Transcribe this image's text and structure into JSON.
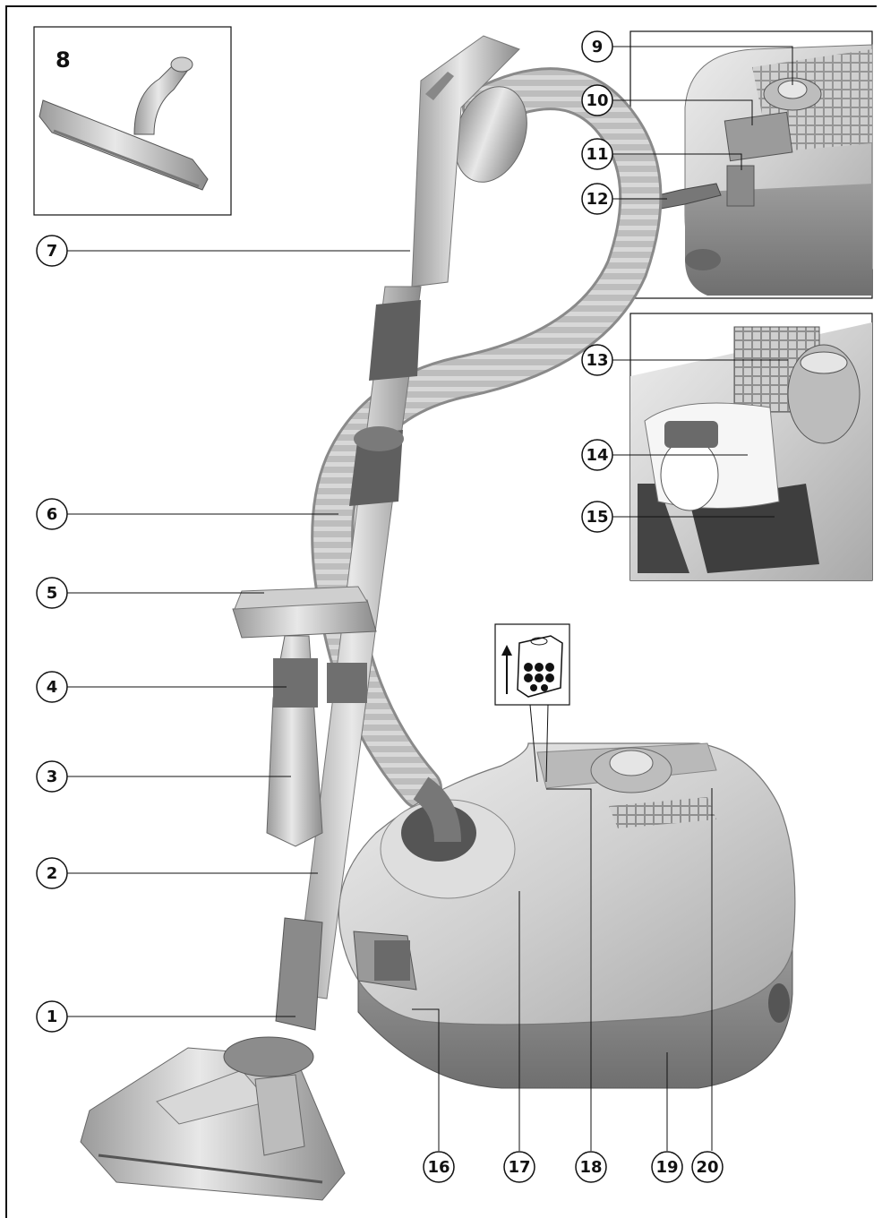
{
  "colors": {
    "body_silver": "#c9c9c9",
    "body_light": "#e2e2e2",
    "base_dark": "#8a8a8a",
    "hose": "#b3b3b3",
    "rubber": "#6e6e6e",
    "line": "#111111"
  },
  "inset_brush": {
    "label": "8"
  },
  "callouts": [
    {
      "id": "c1",
      "label": "1"
    },
    {
      "id": "c2",
      "label": "2"
    },
    {
      "id": "c3",
      "label": "3"
    },
    {
      "id": "c4",
      "label": "4"
    },
    {
      "id": "c5",
      "label": "5"
    },
    {
      "id": "c6",
      "label": "6"
    },
    {
      "id": "c7",
      "label": "7"
    },
    {
      "id": "c9",
      "label": "9"
    },
    {
      "id": "c10",
      "label": "10"
    },
    {
      "id": "c11",
      "label": "11"
    },
    {
      "id": "c12",
      "label": "12"
    },
    {
      "id": "c13",
      "label": "13"
    },
    {
      "id": "c14",
      "label": "14"
    },
    {
      "id": "c15",
      "label": "15"
    },
    {
      "id": "c16",
      "label": "16"
    },
    {
      "id": "c17",
      "label": "17"
    },
    {
      "id": "c18",
      "label": "18"
    },
    {
      "id": "c19",
      "label": "19"
    },
    {
      "id": "c20",
      "label": "20"
    }
  ]
}
